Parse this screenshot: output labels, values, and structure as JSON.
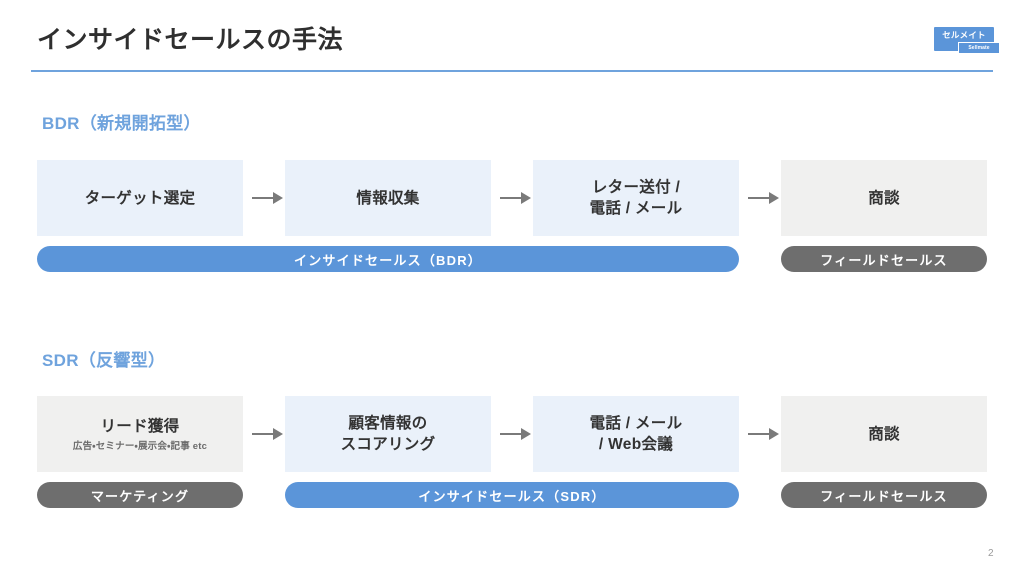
{
  "slide": {
    "title": "インサイドセールスの手法",
    "page_number": "2",
    "accent_color": "#6fa3dd",
    "blue_fill": "#eaf1fa",
    "grey_fill": "#f0f0ef",
    "blue_pill_color": "#5b95d9",
    "grey_pill_color": "#6e6e6e"
  },
  "logo": {
    "main_text": "セルメイト",
    "sub_text": "Sellmate"
  },
  "sections": [
    {
      "heading": "BDR（新規開拓型）",
      "steps": [
        {
          "label": "ターゲット選定",
          "sublabel": "",
          "tone": "blue"
        },
        {
          "label": "情報収集",
          "sublabel": "",
          "tone": "blue"
        },
        {
          "label": "レター送付 /\n電話 / メール",
          "sublabel": "",
          "tone": "blue"
        },
        {
          "label": "商談",
          "sublabel": "",
          "tone": "grey"
        }
      ],
      "owners": [
        {
          "label": "インサイドセールス（BDR）",
          "tone": "blue"
        },
        {
          "label": "フィールドセールス",
          "tone": "grey"
        }
      ]
    },
    {
      "heading": "SDR（反響型）",
      "steps": [
        {
          "label": "リード獲得",
          "sublabel": "広告・セミナー・展示会・記事 etc",
          "tone": "grey"
        },
        {
          "label": "顧客情報の\nスコアリング",
          "sublabel": "",
          "tone": "blue"
        },
        {
          "label": "電話 / メール\n/ Web会議",
          "sublabel": "",
          "tone": "blue"
        },
        {
          "label": "商談",
          "sublabel": "",
          "tone": "grey"
        }
      ],
      "owners": [
        {
          "label": "マーケティング",
          "tone": "grey"
        },
        {
          "label": "インサイドセールス（SDR）",
          "tone": "blue"
        },
        {
          "label": "フィールドセールス",
          "tone": "grey"
        }
      ]
    }
  ]
}
